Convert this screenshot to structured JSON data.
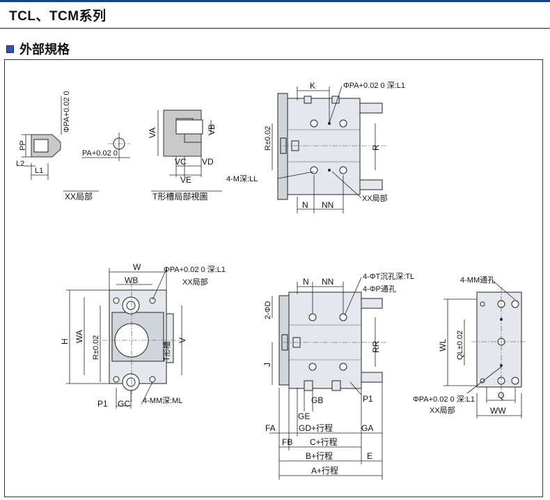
{
  "page": {
    "title": "TCL、TCM系列",
    "section": "外部規格"
  },
  "diagram": {
    "xx_detail": {
      "caption": "XX局部",
      "labels": [
        "ΦPA+0.02 0",
        "PP",
        "L2",
        "L1",
        "PA+0.02 0"
      ]
    },
    "t_slot": {
      "caption": "T形槽局部視圖",
      "labels": [
        "VA",
        "VB",
        "VC",
        "VD",
        "VE"
      ]
    },
    "top_view": {
      "labels": [
        "K",
        "ΦPA+0.02 0 深:L1",
        "R±0.02",
        "R",
        "4-M深:LL",
        "N",
        "NN",
        "XX局部"
      ]
    },
    "front_view": {
      "labels": [
        "W",
        "WB",
        "ΦPA+0.02 0 深:L1",
        "XX局部",
        "H",
        "WA",
        "R±0.02",
        "T形槽",
        "V",
        "P1",
        "GC",
        "4-MM深:ML"
      ]
    },
    "side_view": {
      "labels": [
        "N",
        "NN",
        "4-ΦT沉孔深:TL",
        "4-ΦP通孔",
        "2-ΦD",
        "RR",
        "J",
        "GE",
        "GB",
        "P1",
        "FA",
        "GD+行程",
        "GA",
        "FB",
        "C+行程",
        "B+行程",
        "E",
        "A+行程"
      ]
    },
    "end_view": {
      "labels": [
        "4-MM通孔",
        "WL",
        "QL±0.02",
        "ΦPA+0.02 0 深:L1",
        "XX局部",
        "Q",
        "WW"
      ]
    }
  }
}
